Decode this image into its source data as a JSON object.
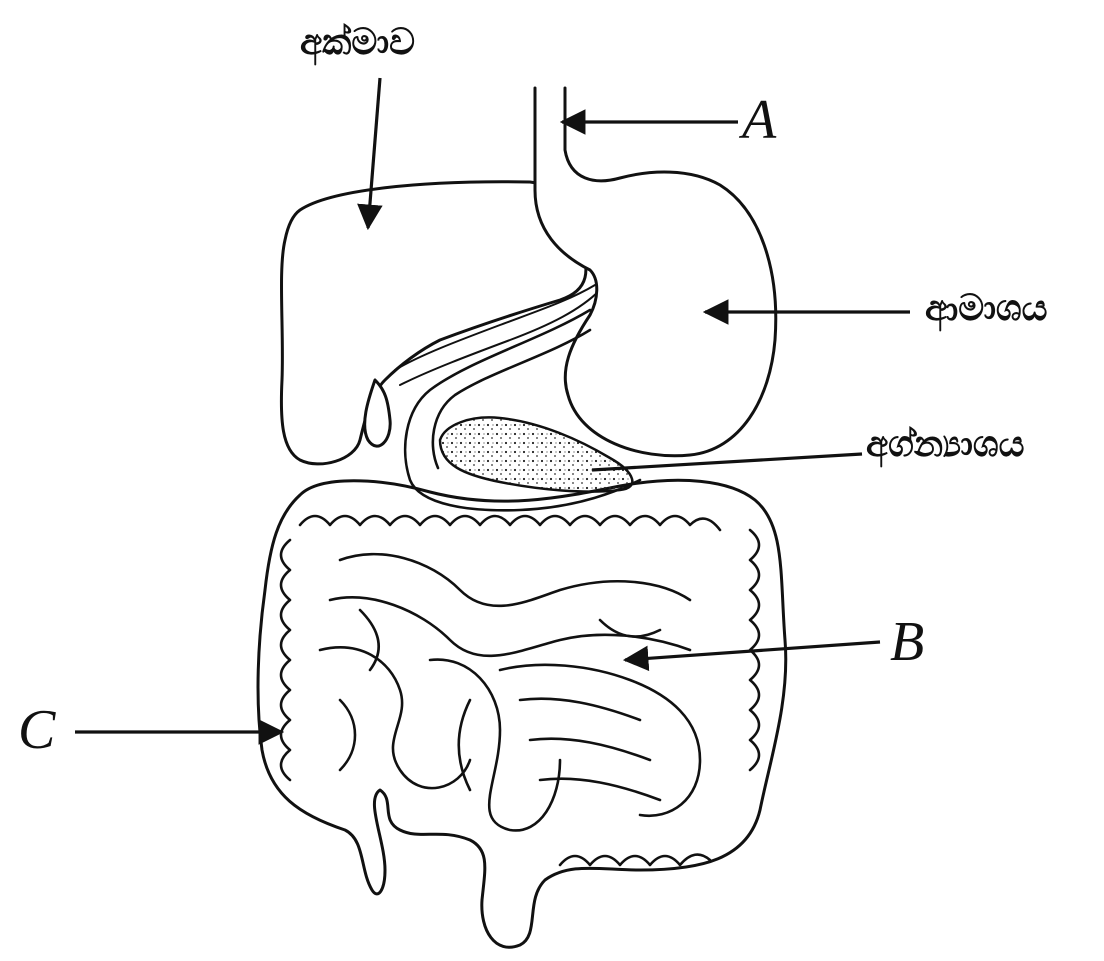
{
  "labels": {
    "liver": "අක්මාව",
    "stomach": "ආමාශය",
    "pancreas": "අග්න්‍යාශය",
    "esophagus_marker": "A",
    "small_intestine_marker": "B",
    "large_intestine_marker": "C"
  },
  "icons": {
    "arrow": "arrow-icon"
  }
}
